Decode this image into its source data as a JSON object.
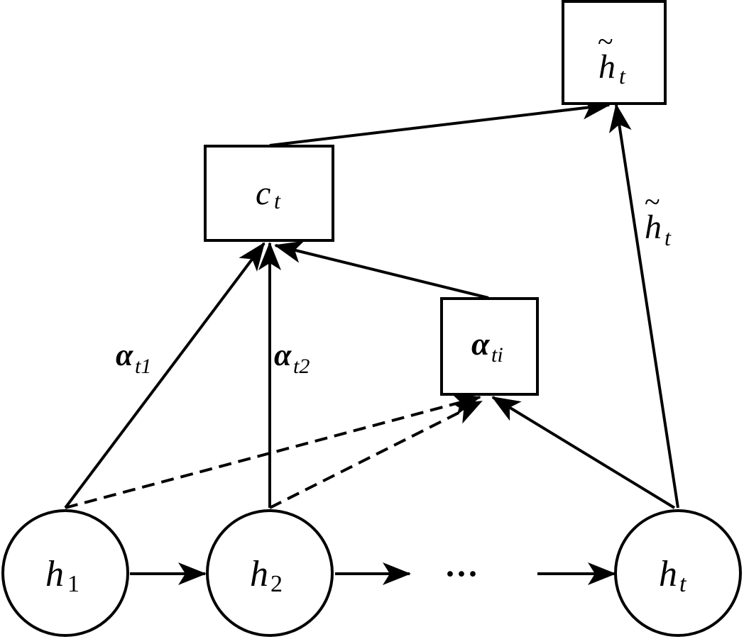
{
  "nodes": {
    "h1": {
      "var": "h",
      "sub": "1"
    },
    "h2": {
      "var": "h",
      "sub": "2"
    },
    "ht": {
      "var": "h",
      "sub": "t"
    },
    "ellipsis": "···"
  },
  "boxes": {
    "context": {
      "var": "c",
      "sub": "t"
    },
    "attention": {
      "var": "α",
      "sub": "ti"
    },
    "output": {
      "var": "h",
      "sub": "t",
      "accent": "~"
    }
  },
  "edge_labels": {
    "alpha_t1": {
      "var": "α",
      "sub": "t1"
    },
    "alpha_t2": {
      "var": "α",
      "sub": "t2"
    },
    "htilde": {
      "var": "h",
      "sub": "t",
      "accent": "~"
    }
  },
  "colors": {
    "stroke": "#000000",
    "fill": "#ffffff"
  }
}
